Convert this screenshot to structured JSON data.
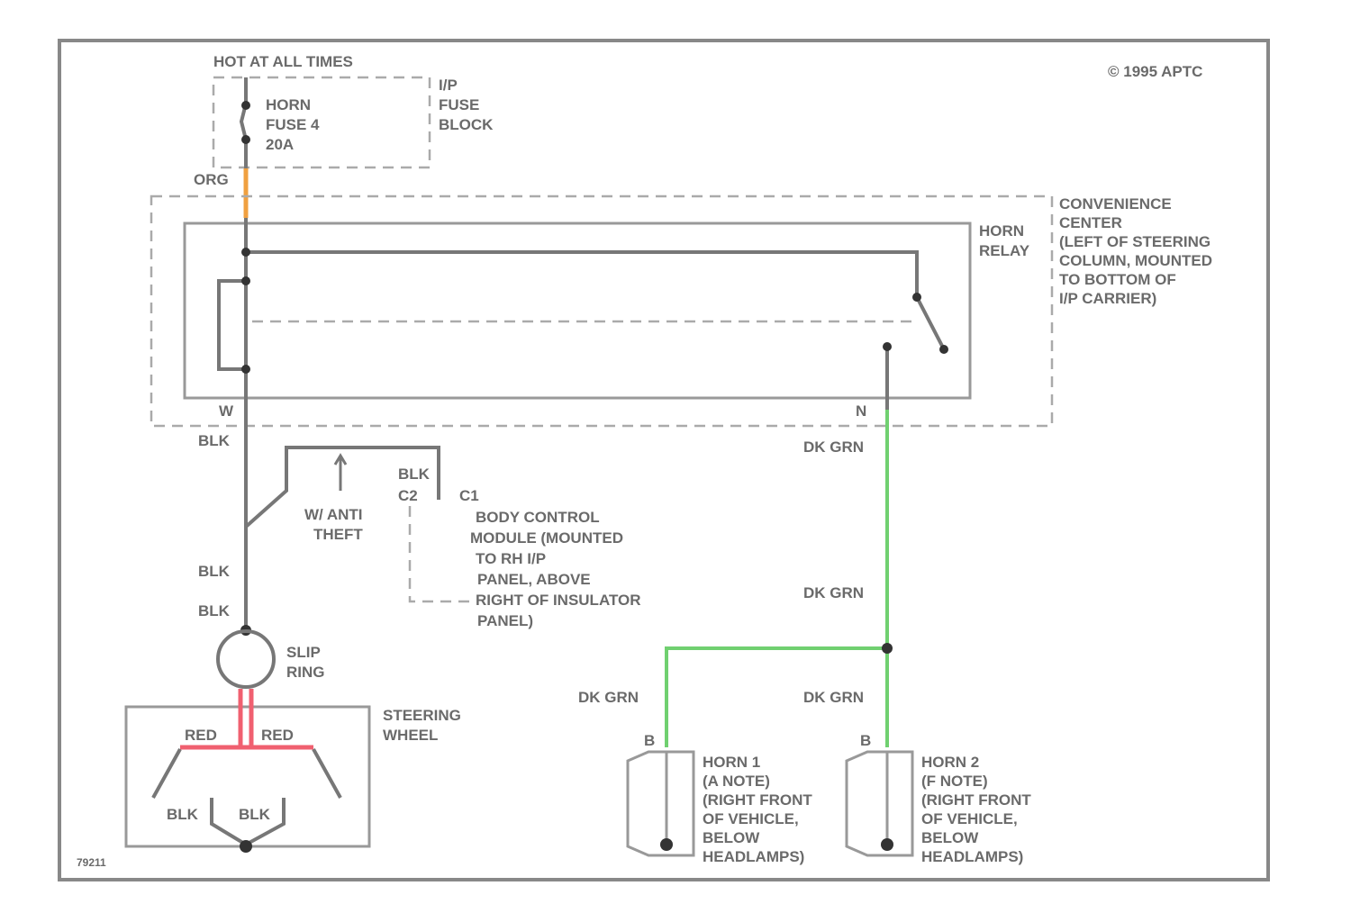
{
  "diagram": {
    "copyright": "© 1995 APTC",
    "figure_id": "79211",
    "fuse_block": {
      "header": "HOT AT ALL TIMES",
      "fuse": [
        "HORN",
        "FUSE 4",
        "20A"
      ],
      "name": [
        "I/P",
        "FUSE",
        "BLOCK"
      ]
    },
    "wire_org": "ORG",
    "relay_label": [
      "HORN",
      "RELAY"
    ],
    "convenience_center": [
      "CONVENIENCE",
      "CENTER",
      "(LEFT OF STEERING",
      "COLUMN, MOUNTED",
      "TO BOTTOM OF",
      "I/P CARRIER)"
    ],
    "pin_left": "W",
    "pin_right": "N",
    "wire_blk": "BLK",
    "anti_theft": [
      "W/ ANTI",
      "THEFT"
    ],
    "bcm_wire": "BLK",
    "bcm_c2": "C2",
    "bcm_c1": "C1",
    "bcm": [
      "BODY CONTROL",
      "MODULE (MOUNTED",
      "TO RH I/P",
      "PANEL, ABOVE",
      "RIGHT OF INSULATOR",
      "PANEL)"
    ],
    "slip_ring": [
      "SLIP",
      "RING"
    ],
    "steering_wheel": [
      "STEERING",
      "WHEEL"
    ],
    "wire_red": "RED",
    "wire_dk_grn": "DK GRN",
    "horn_pin": "B",
    "horn1": [
      "HORN 1",
      "(A NOTE)",
      "(RIGHT FRONT",
      "OF VEHICLE,",
      "BELOW",
      "HEADLAMPS)"
    ],
    "horn2": [
      "HORN 2",
      "(F NOTE)",
      "(RIGHT FRONT",
      "OF VEHICLE,",
      "BELOW",
      "HEADLAMPS)"
    ],
    "colors": {
      "org": "#f0a040",
      "red": "#f06070",
      "dk_grn": "#70d070",
      "wire": "#777777"
    }
  }
}
